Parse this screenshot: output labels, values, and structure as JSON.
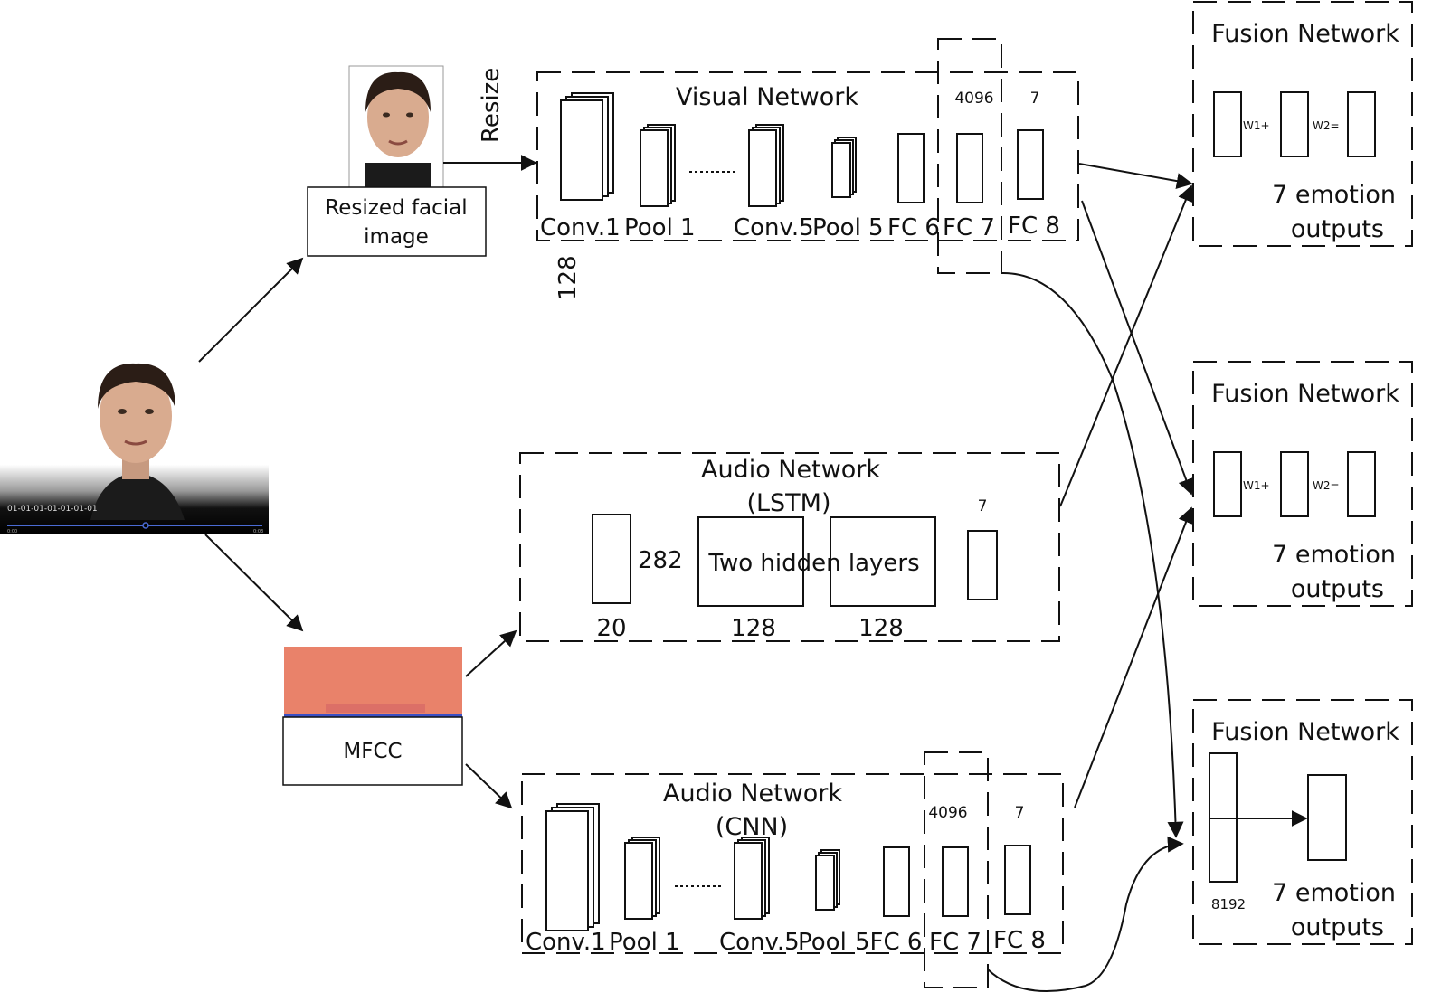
{
  "input": {
    "timecode": "01-01-01-01-01-01-01",
    "time_start": "0:00",
    "time_end": "0:03"
  },
  "visual_branch": {
    "face_label_line1": "Resized facial",
    "face_label_line2": "image",
    "resize_label": "Resize",
    "network_title": "Visual Network",
    "dim_128": "128",
    "fc7_units": "4096",
    "fc8_units": "7",
    "layers": [
      "Conv.1",
      "Pool 1",
      "Conv.5",
      "Pool 5",
      "FC 6",
      "FC 7",
      "FC 8"
    ]
  },
  "mfcc": {
    "label": "MFCC"
  },
  "audio_lstm": {
    "title_line1": "Audio Network",
    "title_line2": "(LSTM)",
    "input_height": "282",
    "input_width": "20",
    "hidden_label": "Two hidden layers",
    "hidden1_units": "128",
    "hidden2_units": "128",
    "output_units": "7"
  },
  "audio_cnn": {
    "title_line1": "Audio Network",
    "title_line2": "(CNN)",
    "fc7_units": "4096",
    "fc8_units": "7",
    "layers": [
      "Conv.1",
      "Pool 1",
      "Conv.5",
      "Pool",
      "5FC 6",
      "FC 7",
      "FC 8"
    ]
  },
  "fusion": [
    {
      "title": "Fusion Network",
      "w1": "W1+",
      "w2": "W2=",
      "out_line1": "7 emotion",
      "out_line2": "outputs"
    },
    {
      "title": "Fusion Network",
      "w1": "W1+",
      "w2": "W2=",
      "out_line1": "7 emotion",
      "out_line2": "outputs"
    },
    {
      "title": "Fusion Network",
      "concat_units": "8192",
      "out_line1": "7 emotion",
      "out_line2": "outputs"
    }
  ],
  "colors": {
    "mfcc_top": "#e9826a",
    "mfcc_band": "#3a4fc4",
    "video_bg": "#000000"
  }
}
